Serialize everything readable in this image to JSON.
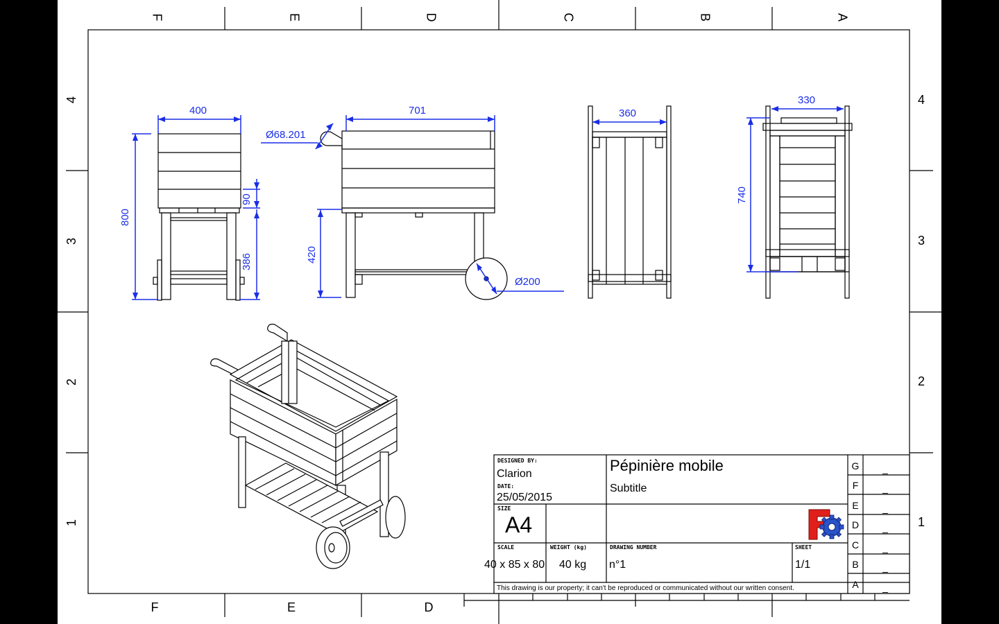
{
  "frame": {
    "columns_top": [
      "F",
      "E",
      "D",
      "C",
      "B",
      "A"
    ],
    "columns_bottom": [
      "F",
      "E",
      "D"
    ],
    "rows_left": [
      "4",
      "3",
      "2",
      "1"
    ],
    "rows_right": [
      "4",
      "3",
      "2",
      "1"
    ]
  },
  "dimensions": {
    "front_width": "400",
    "front_height": "800",
    "front_slat": "90",
    "front_leg": "386",
    "side_length": "701",
    "handle_diameter": "Ø68.201",
    "side_leg": "420",
    "wheel_diameter": "Ø200",
    "top_width": "360",
    "back_width": "330",
    "back_height": "740"
  },
  "title_block": {
    "designed_by_label": "DESIGNED BY:",
    "designed_by": "Clarion",
    "date_label": "DATE:",
    "date": "25/05/2015",
    "size_label": "SIZE",
    "size": "A4",
    "title": "Pépinière mobile",
    "subtitle": "Subtitle",
    "scale_label": "SCALE",
    "scale": "40 x 85 x 80",
    "weight_label": "WEIGHT (kg)",
    "weight": "40 kg",
    "drawing_number_label": "DRAWING NUMBER",
    "drawing_number": "n°1",
    "sheet_label": "SHEET",
    "sheet": "1/1",
    "revisions": [
      {
        "letter": "G",
        "value": "_"
      },
      {
        "letter": "F",
        "value": "_"
      },
      {
        "letter": "E",
        "value": "_"
      },
      {
        "letter": "D",
        "value": "_"
      },
      {
        "letter": "C",
        "value": "_"
      },
      {
        "letter": "B",
        "value": "_"
      },
      {
        "letter": "A",
        "value": "_"
      }
    ],
    "footer": "This drawing is our property; it can't be reproduced or communicated without our written consent."
  },
  "colors": {
    "dimension": "#1a2ee8",
    "logo_red": "#e0201b",
    "logo_blue": "#2a52c9"
  },
  "icons": {
    "logo": "freecad-logo-icon"
  }
}
